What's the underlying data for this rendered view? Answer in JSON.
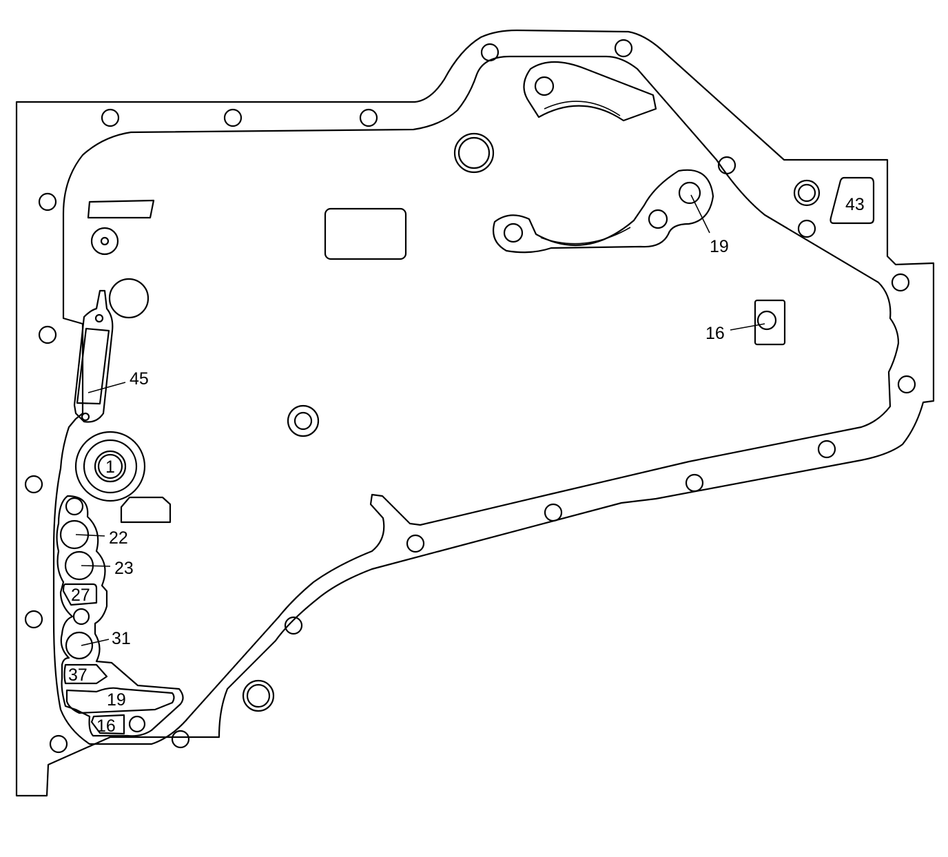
{
  "callouts": {
    "c1": "1",
    "c16a": "16",
    "c16b": "16",
    "c19a": "19",
    "c19b": "19",
    "c22": "22",
    "c23": "23",
    "c27": "27",
    "c31": "31",
    "c37": "37",
    "c43": "43",
    "c45": "45"
  },
  "colors": {
    "line": "#000000",
    "background": "#ffffff"
  }
}
